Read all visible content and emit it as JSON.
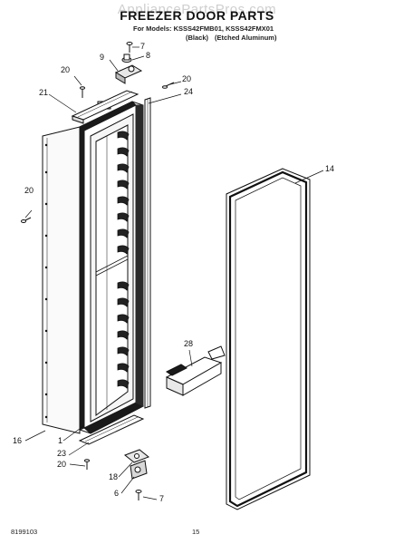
{
  "header": {
    "watermark": "AppliancePartsPros.com",
    "title": "FREEZER DOOR PARTS",
    "models_line": "For Models: KSSS42FMB01, KSSS42FMX01",
    "variant_black": "(Black)",
    "variant_etched": "(Etched Aluminum)"
  },
  "callouts": {
    "c7_top": "7",
    "c9": "9",
    "c8": "8",
    "c20_a": "20",
    "c20_b": "20",
    "c21": "21",
    "c24": "24",
    "c14": "14",
    "c20_c": "20",
    "c28": "28",
    "c16": "16",
    "c1": "1",
    "c23": "23",
    "c20_d": "20",
    "c18": "18",
    "c6": "6",
    "c7_bottom": "7"
  },
  "footer": {
    "doc_number": "8199103",
    "page_number": "15"
  },
  "colors": {
    "line": "#111111",
    "fill_dark": "#1a1a1a",
    "fill_light": "#f4f4f4"
  }
}
